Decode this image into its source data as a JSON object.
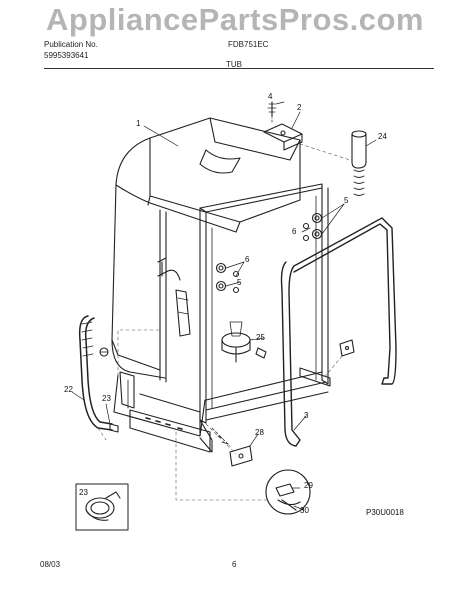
{
  "watermark": "AppliancePartsPros.com",
  "header": {
    "publication_label": "Publication No.",
    "publication_number": "5995393641",
    "model": "FDB751EC",
    "section_title": "TUB"
  },
  "callouts": {
    "c1": "1",
    "c2": "2",
    "c3": "3",
    "c4": "4",
    "c5a": "5",
    "c5b": "5",
    "c6a": "6",
    "c6b": "6",
    "c22": "22",
    "c23a": "23",
    "c23b": "23",
    "c24": "24",
    "c25": "25",
    "c28": "28",
    "c29": "29",
    "c30": "30"
  },
  "drawing_code": "P30U0018",
  "footer": {
    "date": "08/03",
    "page": "6"
  }
}
